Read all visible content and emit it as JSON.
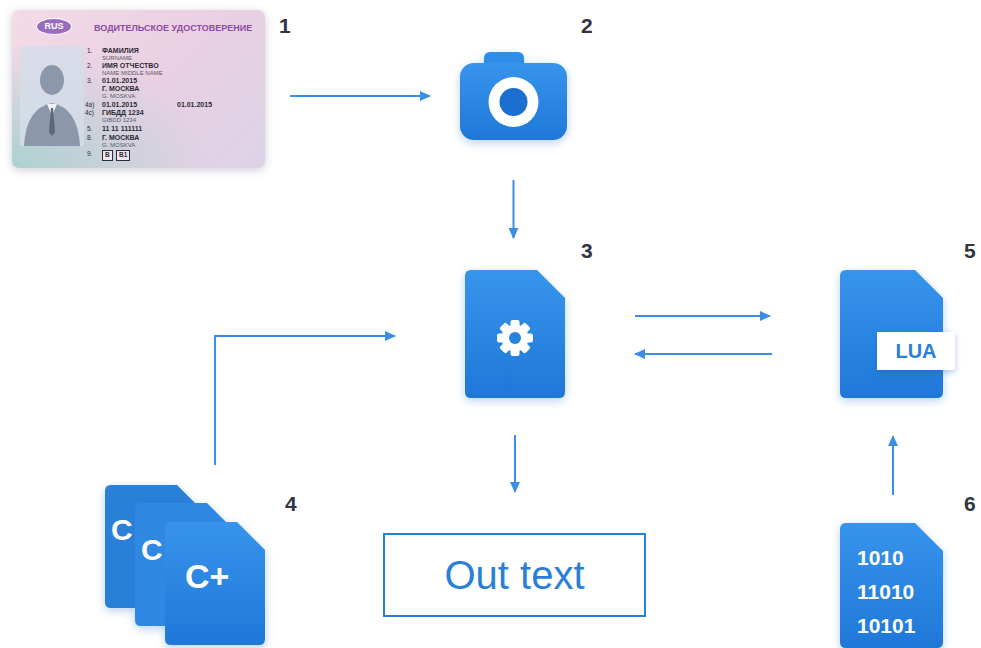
{
  "diagram": {
    "nodes": [
      {
        "text": [
          "1",
          "RUS",
          "ВОДИТЕЛЬСКОЕ УДОСТОВЕРЕНИЕ",
          "1.",
          "ФАМИЛИЯ",
          "SURNAME",
          "2.",
          "ИМЯ ОТЧЕСТВО",
          "NAME MIDDLE NAME",
          "3.",
          "01.01.2015",
          "Г. МОСКВА",
          "G. MOSKVA",
          "4a)",
          "01.01.2015",
          "01.01.2015",
          "4c)",
          "ГИБДД 1234",
          "GIBDD 1234",
          "5.",
          "11 11 111111",
          "8.",
          "Г. МОСКВА",
          "G. MOSKVA",
          "9.",
          "B",
          "B1"
        ]
      },
      {
        "text": [
          "2"
        ]
      },
      {
        "text": [
          "3"
        ]
      },
      {
        "text": [
          "5",
          "LUA"
        ]
      },
      {
        "text": [
          "4",
          "C",
          "C",
          "C+"
        ]
      },
      {
        "text": [
          "Out text"
        ]
      },
      {
        "text": [
          "6",
          "1010 11010 10101"
        ]
      }
    ],
    "edges": [
      {
        "from": 0,
        "to": 1,
        "arrow": "to"
      },
      {
        "from": 1,
        "to": 2,
        "arrow": "to"
      },
      {
        "from": 2,
        "to": 3,
        "arrow": "to"
      },
      {
        "from": 3,
        "to": 2,
        "arrow": "to"
      },
      {
        "from": 4,
        "to": 2,
        "arrow": "to"
      },
      {
        "from": 2,
        "to": 5,
        "arrow": "to"
      },
      {
        "from": 6,
        "to": 3,
        "arrow": "to"
      }
    ]
  }
}
